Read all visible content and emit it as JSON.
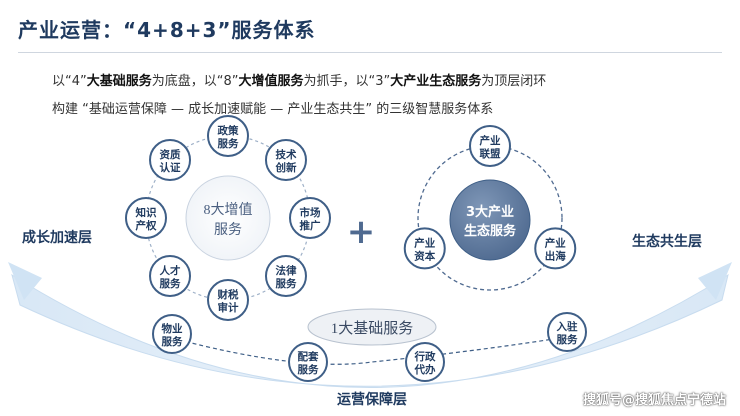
{
  "heading": "产业运营：“4+8+3”服务体系",
  "intro": {
    "line1": [
      {
        "t": "以“4”",
        "b": false
      },
      {
        "t": "大基础服务",
        "b": true
      },
      {
        "t": "为底盘，以“8”",
        "b": false
      },
      {
        "t": "大增值服务",
        "b": true
      },
      {
        "t": "为抓手，以“3”",
        "b": false
      },
      {
        "t": "大产业生态服务",
        "b": true
      },
      {
        "t": "为顶层闭环",
        "b": false
      }
    ],
    "line2": "构建 “基础运营保障 — 成长加速赋能 — 产业生态共生” 的三级智慧服务体系"
  },
  "layers": {
    "growth": "成长加速层",
    "ecology": "生态共生层",
    "operation": "运营保障层"
  },
  "value_added": {
    "center": [
      "8大增值",
      "服务"
    ],
    "items": [
      [
        "政策",
        "服务"
      ],
      [
        "技术",
        "创新"
      ],
      [
        "市场",
        "推广"
      ],
      [
        "法律",
        "服务"
      ],
      [
        "财税",
        "审计"
      ],
      [
        "人才",
        "服务"
      ],
      [
        "知识",
        "产权"
      ],
      [
        "资质",
        "认证"
      ]
    ]
  },
  "plus": "+",
  "ecology_services": {
    "center": [
      "3大产业",
      "生态服务"
    ],
    "items": [
      [
        "产业",
        "联盟"
      ],
      [
        "产业",
        "出海"
      ],
      [
        "产业",
        "资本"
      ]
    ]
  },
  "basic": {
    "center": "1大基础服务",
    "items": [
      [
        "物业",
        "服务"
      ],
      [
        "配套",
        "服务"
      ],
      [
        "行政",
        "代办"
      ],
      [
        "入驻",
        "服务"
      ]
    ]
  },
  "watermark": "搜狐号@搜狐焦点宁德站",
  "colors": {
    "navy": "#1f3a5f",
    "circle_fill": "#5d7598",
    "node_border": "#3f5f87",
    "ring": "#9fb1c8",
    "arc_blue": "#bcd3ea"
  }
}
